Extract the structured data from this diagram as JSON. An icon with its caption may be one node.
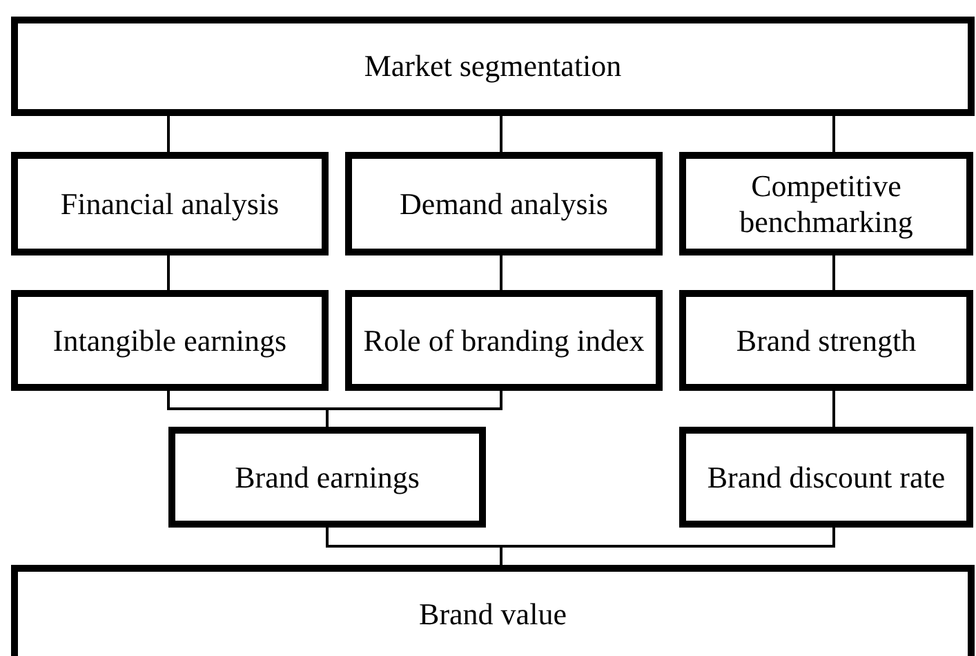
{
  "diagram": {
    "nodes": [
      {
        "text": [
          "Market segmentation"
        ]
      },
      {
        "text": [
          "Financial analysis"
        ]
      },
      {
        "text": [
          "Demand analysis"
        ]
      },
      {
        "text": [
          "Competitive benchmarking"
        ]
      },
      {
        "text": [
          "Intangible earnings"
        ]
      },
      {
        "text": [
          "Role of branding index"
        ]
      },
      {
        "text": [
          "Brand strength"
        ]
      },
      {
        "text": [
          "Brand earnings"
        ]
      },
      {
        "text": [
          "Brand discount rate"
        ]
      },
      {
        "text": [
          "Brand value"
        ]
      }
    ],
    "edges": [
      {
        "from": 0,
        "to": 1,
        "arrow": "none"
      },
      {
        "from": 0,
        "to": 2,
        "arrow": "none"
      },
      {
        "from": 0,
        "to": 3,
        "arrow": "none"
      },
      {
        "from": 1,
        "to": 4,
        "arrow": "none"
      },
      {
        "from": 2,
        "to": 5,
        "arrow": "none"
      },
      {
        "from": 3,
        "to": 6,
        "arrow": "none"
      },
      {
        "from": 4,
        "to": 7,
        "arrow": "none"
      },
      {
        "from": 5,
        "to": 7,
        "arrow": "none"
      },
      {
        "from": 6,
        "to": 8,
        "arrow": "none"
      },
      {
        "from": 7,
        "to": 9,
        "arrow": "none"
      },
      {
        "from": 8,
        "to": 9,
        "arrow": "none"
      }
    ]
  }
}
